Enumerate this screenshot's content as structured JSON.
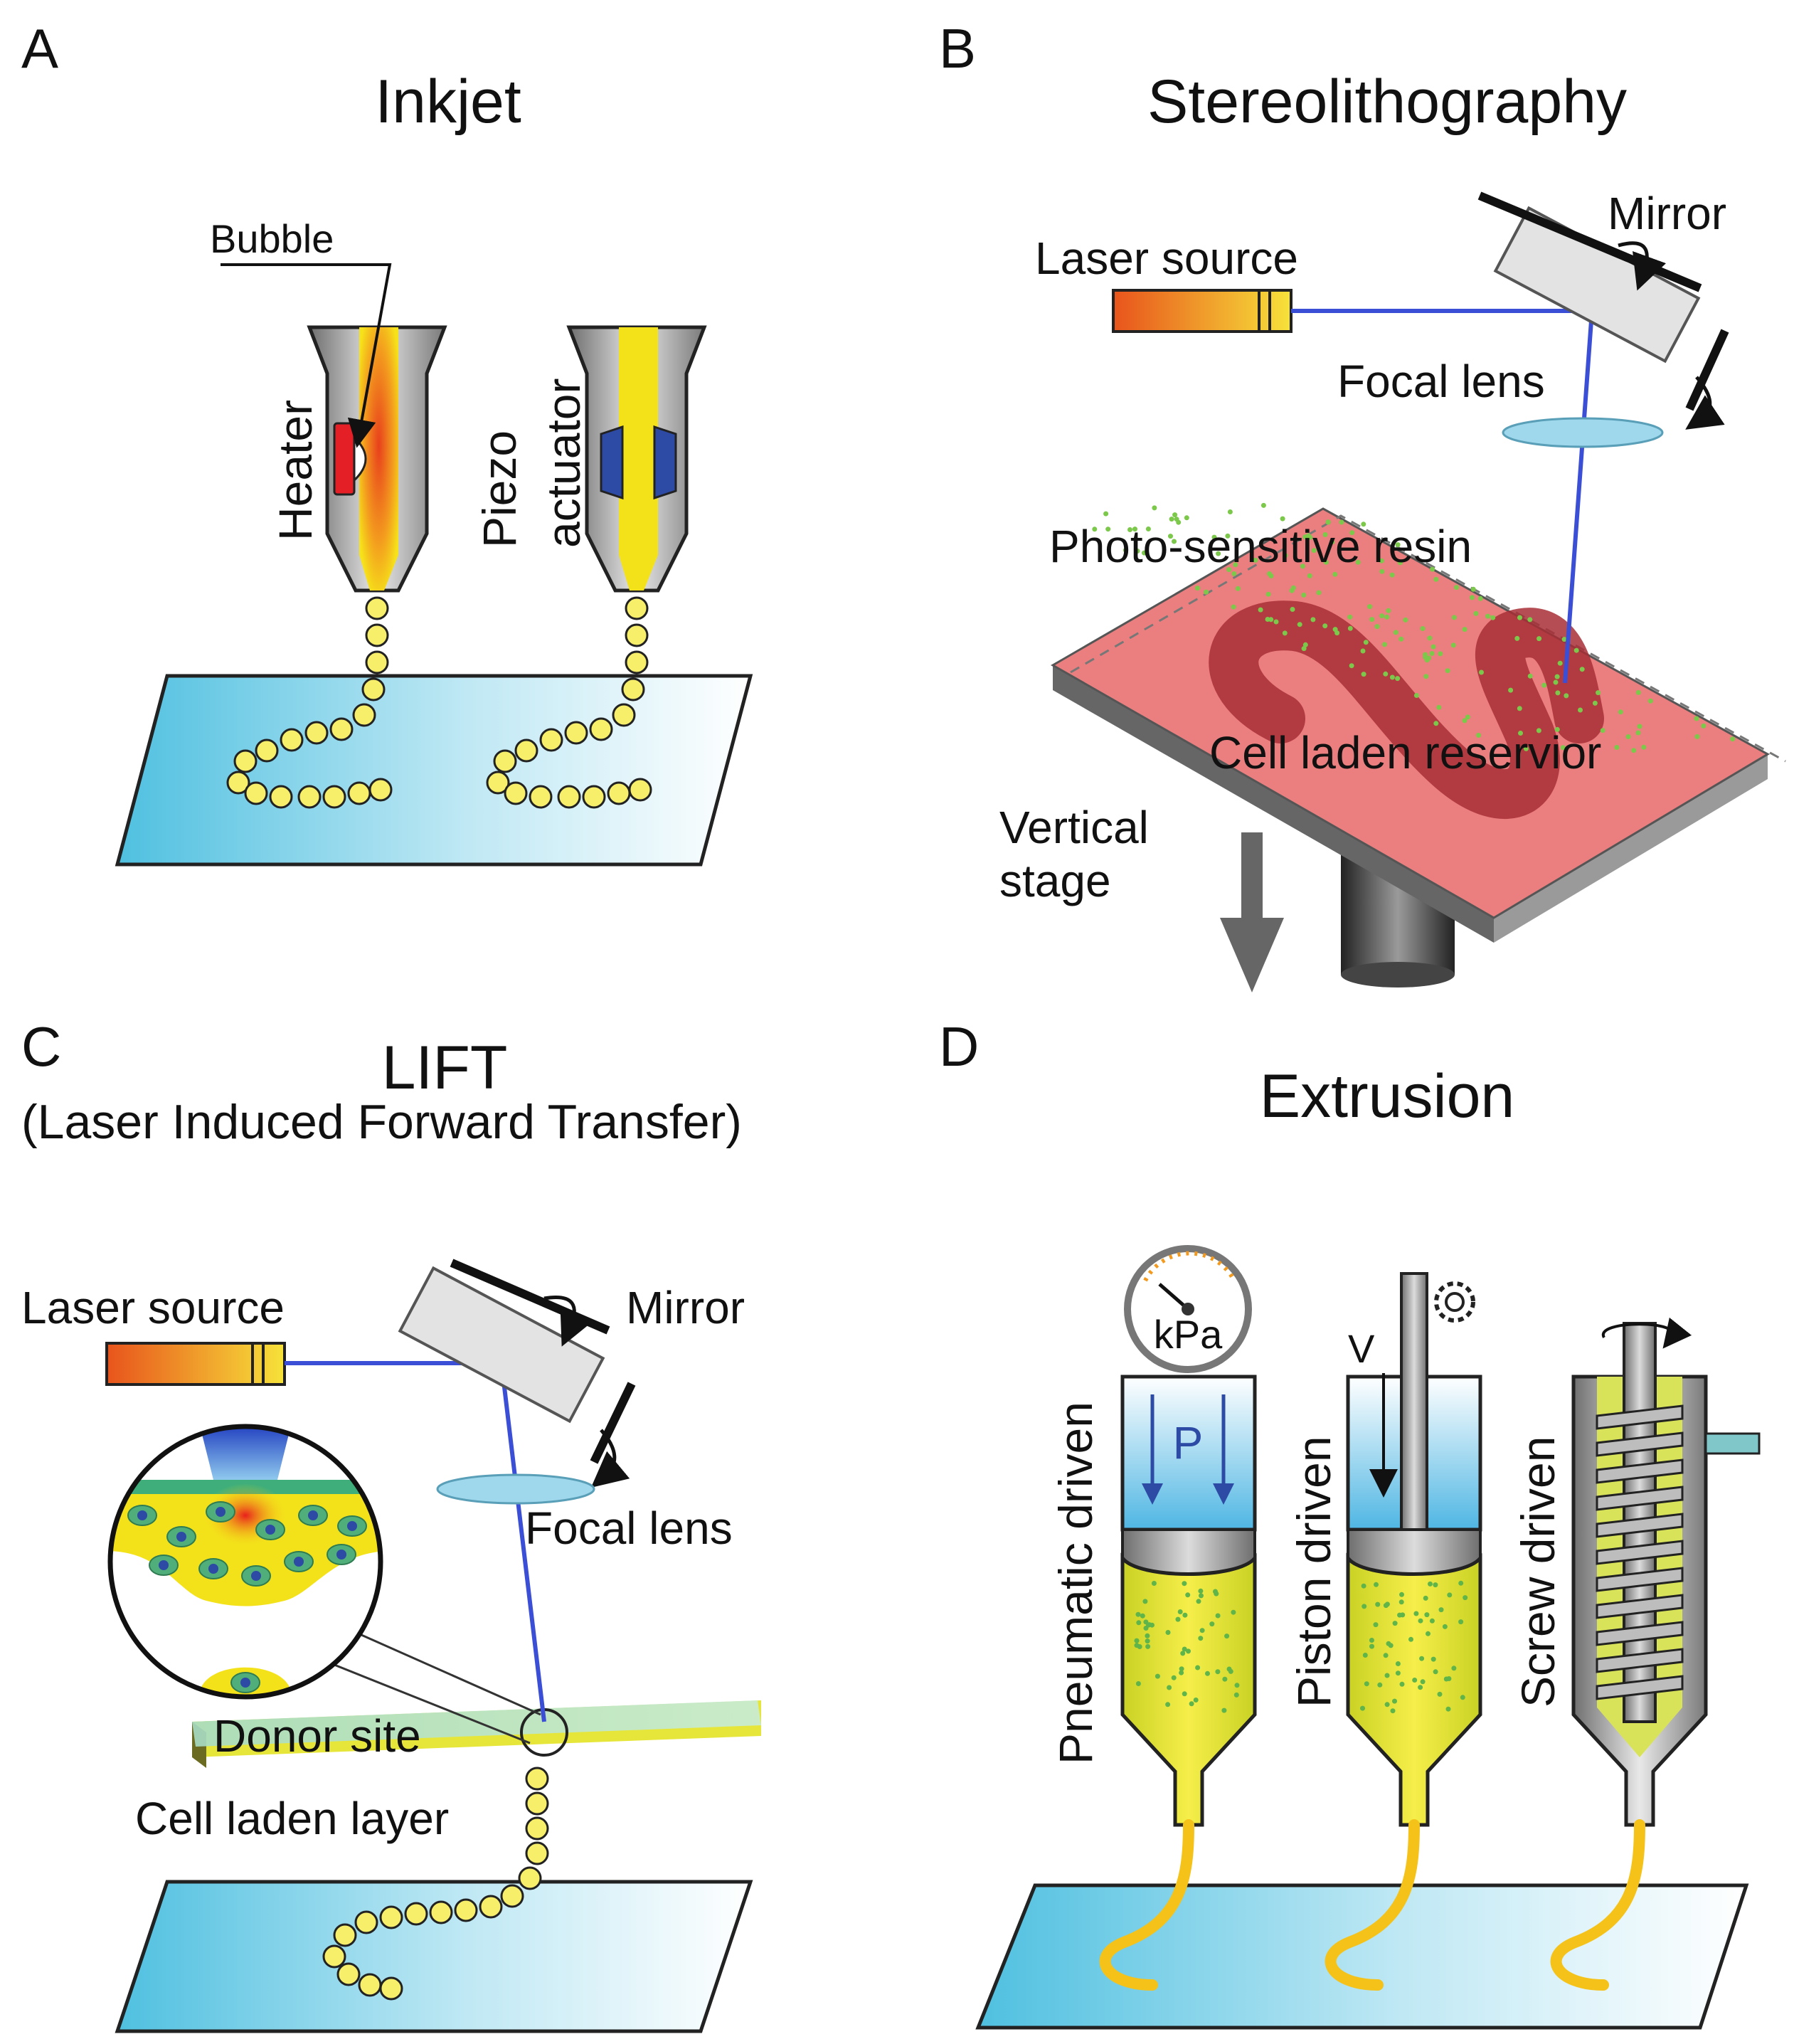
{
  "colors": {
    "laser_beam": "#3b4fd6",
    "droplet": "#f7ee6a",
    "substrate": "#8fd6ec",
    "nozzle_wall": "#8c8c8c",
    "ink": "#f3e21a",
    "heater": "#e41f26",
    "piezo": "#2d4aa5",
    "resin": "#e87f7f",
    "lens": "#9fd8ec",
    "mirror": "#dddddd",
    "cells": "#6cc04a",
    "blue_fluid": "#3aa0d8",
    "extrudate": "#f7a21b"
  },
  "icons": [
    "gear-icon",
    "pressure-gauge-icon",
    "rotation-arrow-icon",
    "down-arrow-icon"
  ],
  "panels": {
    "a": {
      "letter": "A",
      "title": "Inkjet",
      "labels": {
        "bubble": "Bubble",
        "heater": "Heater",
        "piezo": "Piezo",
        "actuator": "actuator"
      }
    },
    "b": {
      "letter": "B",
      "title": "Stereolithography",
      "labels": {
        "laser_source": "Laser source",
        "mirror": "Mirror",
        "focal_lens": "Focal lens",
        "resin": "Photo-sensitive resin",
        "reservoir": "Cell laden reservior",
        "vertical": "Vertical",
        "stage": "stage"
      }
    },
    "c": {
      "letter": "C",
      "title": "LIFT",
      "subtitle": "(Laser Induced Forward Transfer)",
      "labels": {
        "laser_source": "Laser source",
        "mirror": "Mirror",
        "focal_lens": "Focal lens",
        "donor_site": "Donor site",
        "cell_layer": "Cell laden layer"
      }
    },
    "d": {
      "letter": "D",
      "title": "Extrusion",
      "labels": {
        "pneumatic": "Pneumatic driven",
        "piston": "Piston driven",
        "screw": "Screw driven",
        "kpa": "kPa",
        "p": "P",
        "v": "V"
      }
    }
  }
}
